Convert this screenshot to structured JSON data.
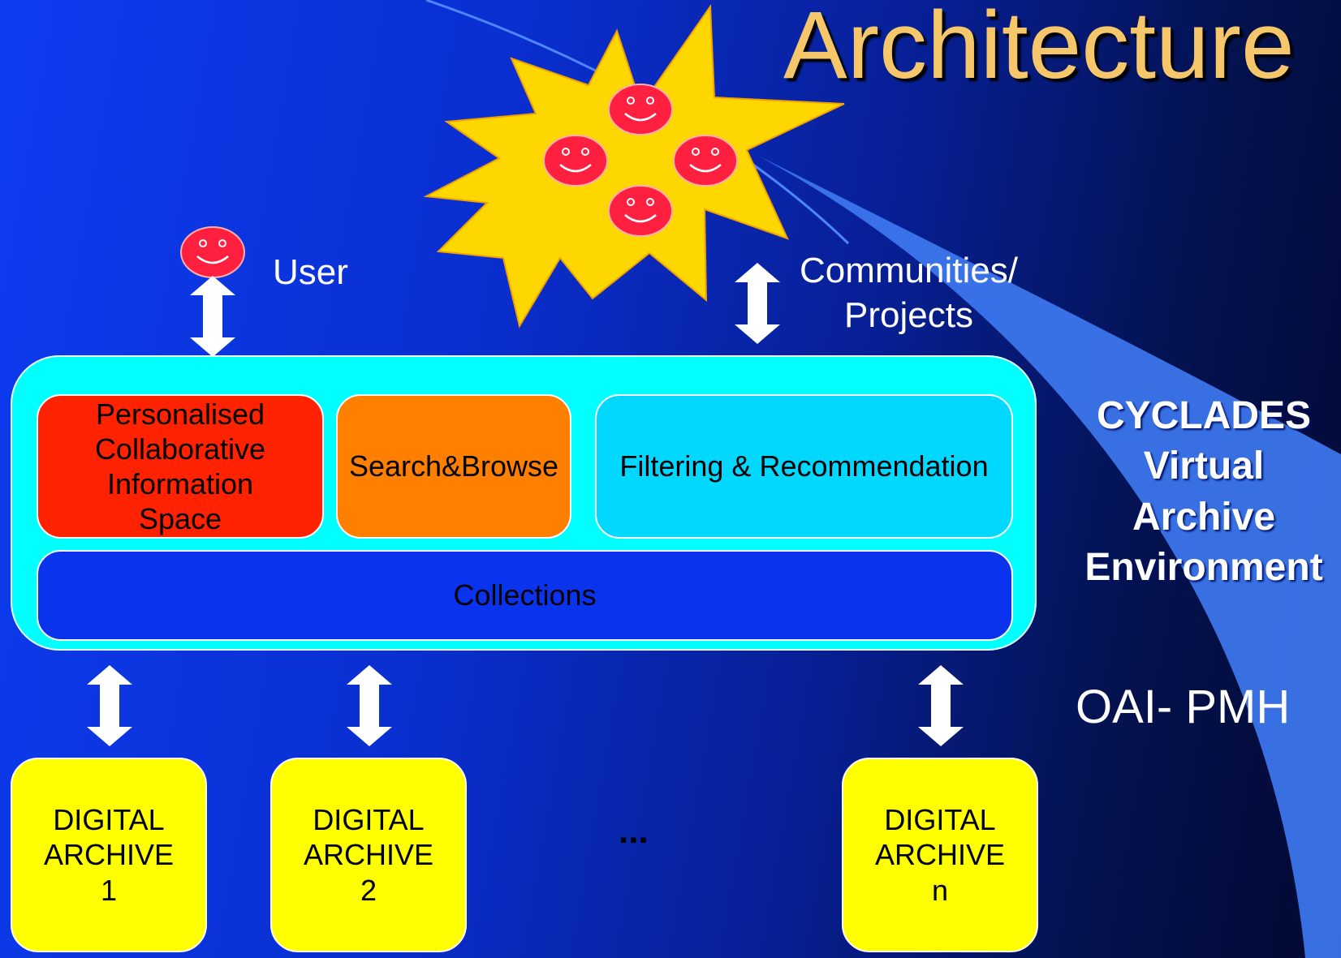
{
  "title": "Architecture",
  "user_label": "User",
  "communities_label": [
    "Communities/",
    "Projects"
  ],
  "environment_label": [
    "CYCLADES",
    "Virtual",
    "Archive",
    "Environment"
  ],
  "protocol_label": "OAI- PMH",
  "modules": {
    "personalised": [
      "Personalised",
      "Collaborative",
      "Information",
      "Space"
    ],
    "search": "Search&Browse",
    "filtering": "Filtering & Recommendation",
    "collections": "Collections"
  },
  "archives": [
    {
      "line1": "DIGITAL",
      "line2": "ARCHIVE",
      "id": "1"
    },
    {
      "line1": "DIGITAL",
      "line2": "ARCHIVE",
      "id": "2"
    },
    {
      "line1": "DIGITAL",
      "line2": "ARCHIVE",
      "id": "n"
    }
  ],
  "ellipsis": "...",
  "colors": {
    "background": "#0a2fd0",
    "title": "#f5c66a",
    "container": "#00ffff",
    "personalised": "#ff2200",
    "search": "#ff8000",
    "filtering": "#00d8ff",
    "collections": "#0a33ee",
    "archive": "#ffff00",
    "sun": "#ffd700",
    "face": "#ff2040",
    "beam": "#3d78f0"
  }
}
